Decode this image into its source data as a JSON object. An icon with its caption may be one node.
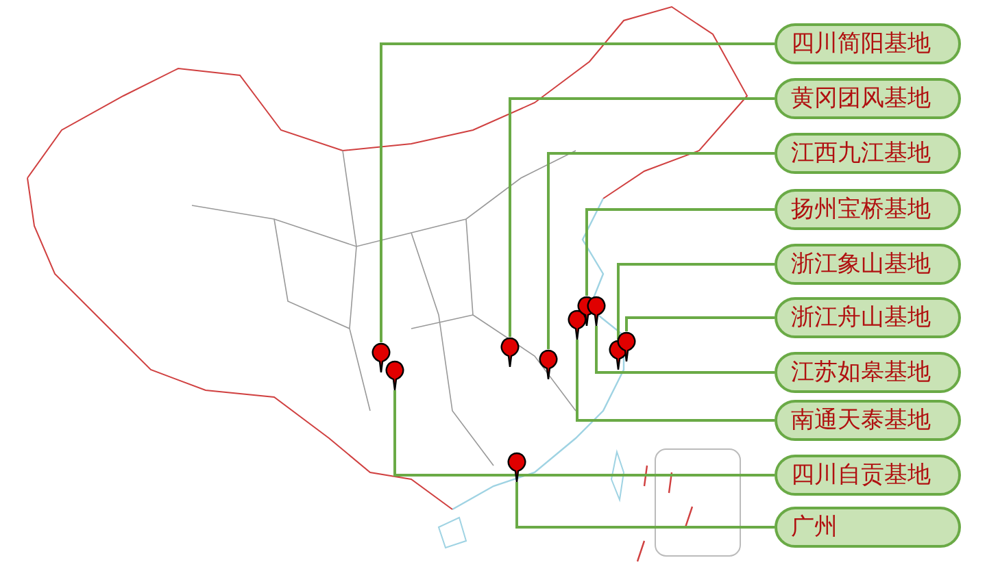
{
  "diagram": {
    "nodes": [
      {
        "text": [
          "四川简阳基地"
        ]
      },
      {
        "text": [
          "黄冈团风基地"
        ]
      },
      {
        "text": [
          "江西九江基地"
        ]
      },
      {
        "text": [
          "扬州宝桥基地"
        ]
      },
      {
        "text": [
          "浙江象山基地"
        ]
      },
      {
        "text": [
          "浙江舟山基地"
        ]
      },
      {
        "text": [
          "江苏如皋基地"
        ]
      },
      {
        "text": [
          "南通天泰基地"
        ]
      },
      {
        "text": [
          "四川自贡基地"
        ]
      },
      {
        "text": [
          "广州"
        ]
      },
      {
        "text": [],
        "shape": "pin"
      },
      {
        "text": [],
        "shape": "pin"
      },
      {
        "text": [],
        "shape": "pin"
      },
      {
        "text": [],
        "shape": "pin"
      },
      {
        "text": [],
        "shape": "pin"
      },
      {
        "text": [],
        "shape": "pin"
      },
      {
        "text": [],
        "shape": "pin"
      },
      {
        "text": [],
        "shape": "pin"
      },
      {
        "text": [],
        "shape": "pin"
      },
      {
        "text": [],
        "shape": "pin"
      }
    ],
    "edges": [
      {
        "from": 0,
        "to": 10,
        "arrow": "none"
      },
      {
        "from": 1,
        "to": 12,
        "arrow": "none"
      },
      {
        "from": 2,
        "to": 14,
        "arrow": "none"
      },
      {
        "from": 3,
        "to": 16,
        "arrow": "none"
      },
      {
        "from": 4,
        "to": 18,
        "arrow": "none"
      },
      {
        "from": 5,
        "to": 19,
        "arrow": "none"
      },
      {
        "from": 6,
        "to": 17,
        "arrow": "none"
      },
      {
        "from": 7,
        "to": 15,
        "arrow": "none"
      },
      {
        "from": 8,
        "to": 11,
        "arrow": "none"
      },
      {
        "from": 9,
        "to": 13,
        "arrow": "none"
      }
    ]
  }
}
